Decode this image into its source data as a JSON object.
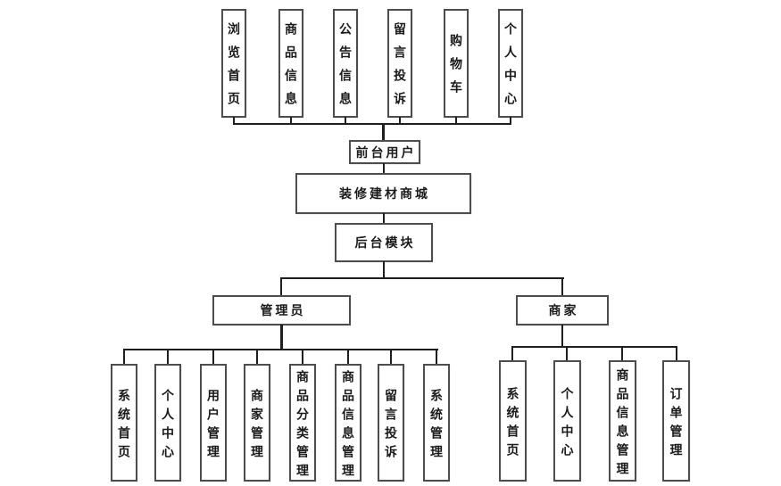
{
  "colors": {
    "background": "#ffffff",
    "box_fill": "#ffffff",
    "box_border": "#4d4d4d",
    "line": "#1f1f1f",
    "text": "#1a1a1a"
  },
  "diagram": {
    "front_features": [
      "浏览首页",
      "商品信息",
      "公告信息",
      "留言投诉",
      "购物车",
      "个人中心"
    ],
    "front_user_label": "前台用户",
    "root_label": "装修建材商城",
    "backend_label": "后台模块",
    "admin_label": "管理员",
    "merchant_label": "商家",
    "admin_features": [
      "系统首页",
      "个人中心",
      "用户管理",
      "商家管理",
      "商品分类管理",
      "商品信息管理",
      "留言投诉",
      "系统管理"
    ],
    "merchant_features": [
      "系统首页",
      "个人中心",
      "商品信息管理",
      "订单管理"
    ]
  }
}
